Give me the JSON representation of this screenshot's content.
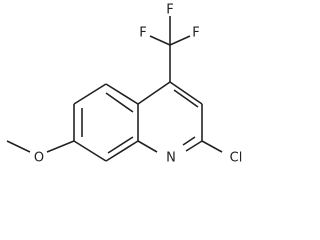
{
  "molecule": {
    "atoms": {
      "fluorine_1": "F",
      "fluorine_2": "F",
      "fluorine_3": "F",
      "nitrogen": "N",
      "chlorine": "Cl",
      "oxygen": "O"
    },
    "line_color": "#222222",
    "background": "#ffffff"
  }
}
